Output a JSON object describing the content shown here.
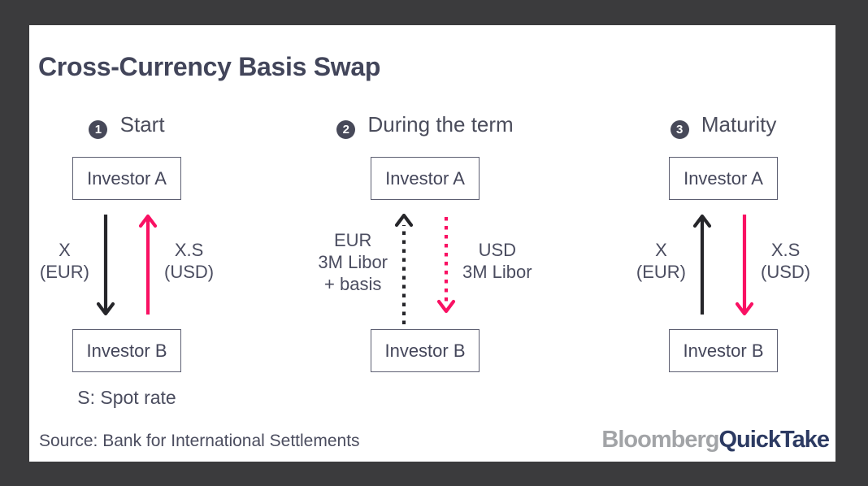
{
  "title": "Cross-Currency Basis Swap",
  "colors": {
    "background": "#3b3b3d",
    "card": "#ffffff",
    "ink": "#45475a",
    "black": "#26262a",
    "pink": "#f91163",
    "box_border": "#5d5f72",
    "logo_gray": "#a2a4a7",
    "logo_navy": "#2c3a62"
  },
  "panels": [
    {
      "number": "1",
      "heading": "Start",
      "top_box": "Investor A",
      "bottom_box": "Investor B",
      "left_arrow": {
        "direction": "down",
        "style": "solid",
        "color": "black",
        "label_lines": [
          "X",
          "(EUR)"
        ]
      },
      "right_arrow": {
        "direction": "up",
        "style": "solid",
        "color": "pink",
        "label_lines": [
          "X.S",
          "(USD)"
        ]
      },
      "note": "S: Spot rate"
    },
    {
      "number": "2",
      "heading": "During the term",
      "top_box": "Investor A",
      "bottom_box": "Investor B",
      "left_arrow": {
        "direction": "up",
        "style": "dotted",
        "color": "black",
        "label_lines": [
          "EUR",
          "3M Libor",
          "+ basis"
        ]
      },
      "right_arrow": {
        "direction": "down",
        "style": "dotted",
        "color": "pink",
        "label_lines": [
          "USD",
          "3M Libor"
        ]
      }
    },
    {
      "number": "3",
      "heading": "Maturity",
      "top_box": "Investor A",
      "bottom_box": "Investor B",
      "left_arrow": {
        "direction": "up",
        "style": "solid",
        "color": "black",
        "label_lines": [
          "X",
          "(EUR)"
        ]
      },
      "right_arrow": {
        "direction": "down",
        "style": "solid",
        "color": "pink",
        "label_lines": [
          "X.S",
          "(USD)"
        ]
      }
    }
  ],
  "footer": {
    "source": "Source: Bank for International Settlements",
    "logo": {
      "part1": "Bloomberg",
      "part2": "QuickTake"
    }
  }
}
